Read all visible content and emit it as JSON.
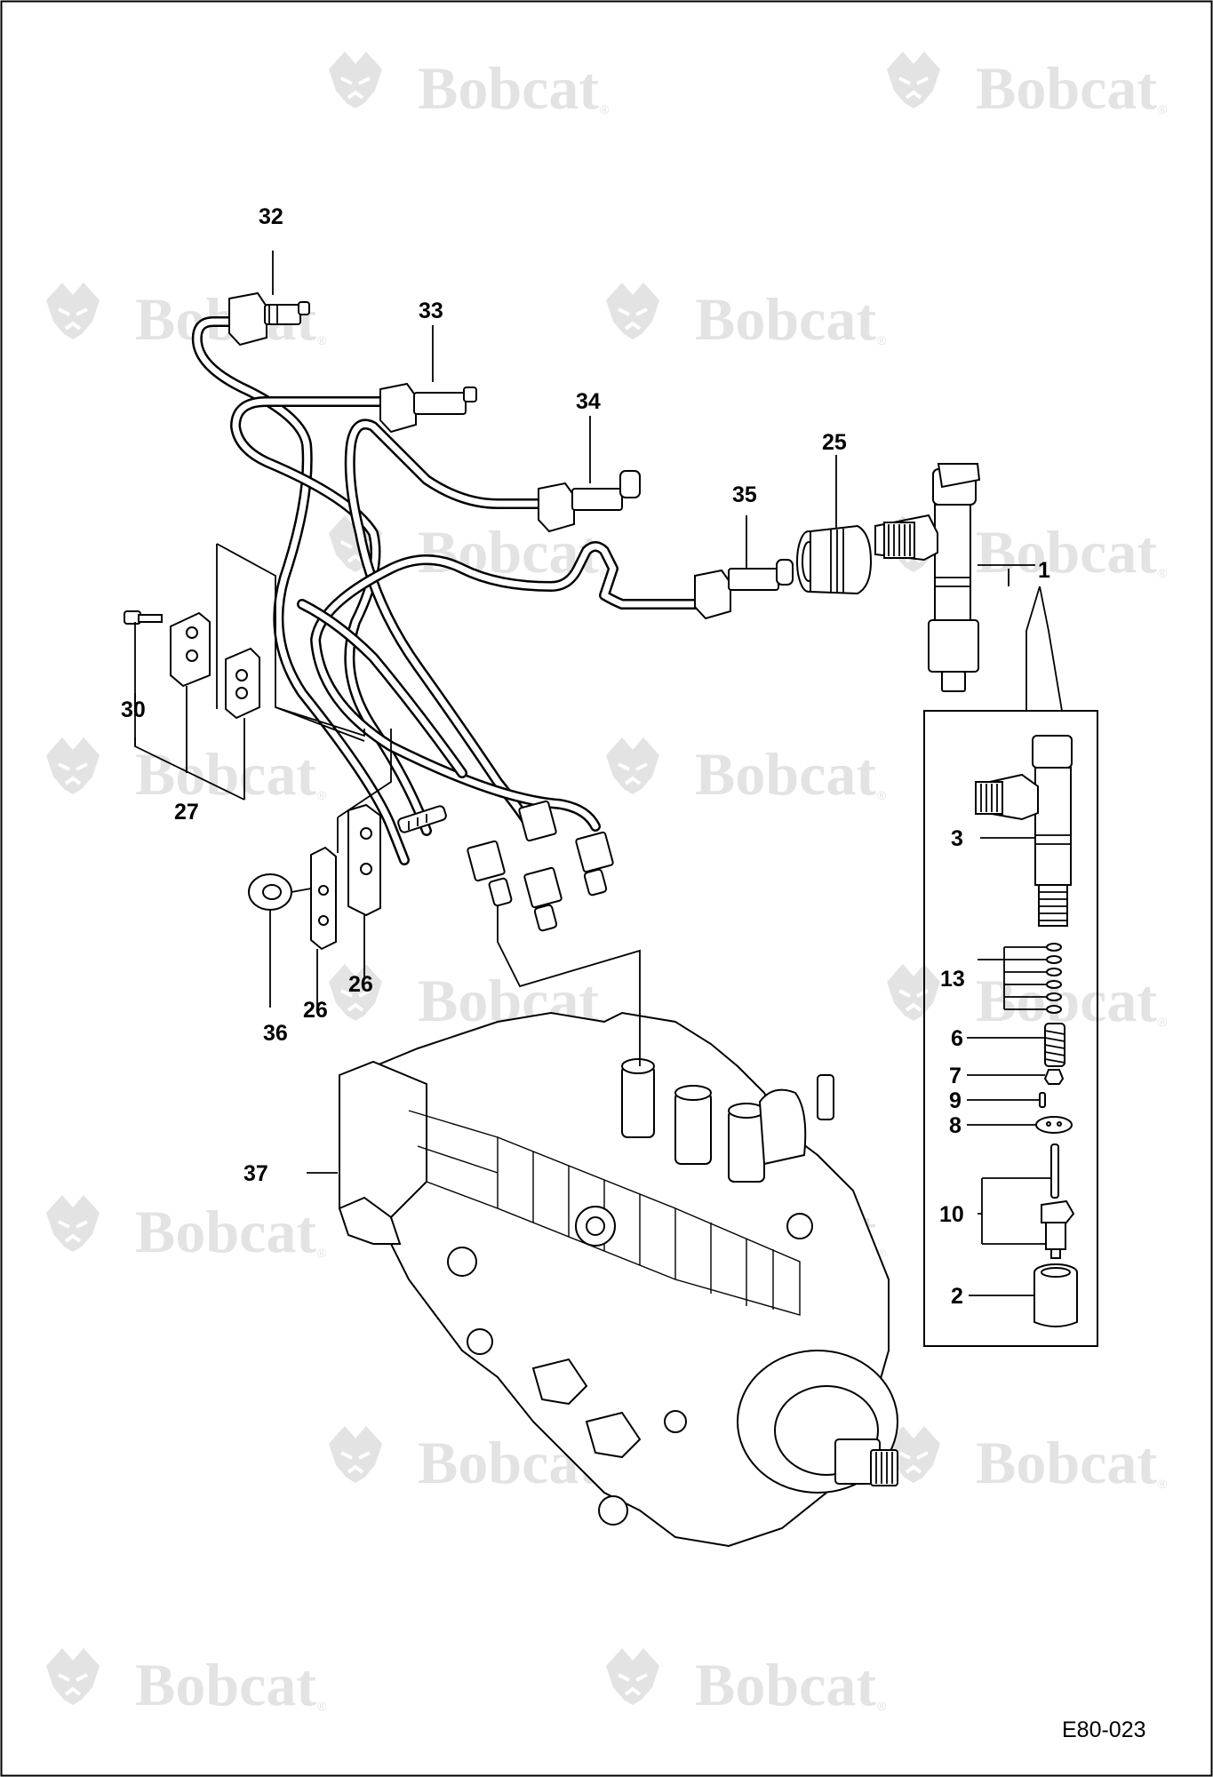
{
  "watermark": {
    "text": "Bobcat",
    "registered": "®"
  },
  "doc_code": "E80-023",
  "callouts": {
    "c1": "1",
    "c2": "2",
    "c3": "3",
    "c6": "6",
    "c7": "7",
    "c8": "8",
    "c9": "9",
    "c10": "10",
    "c13": "13",
    "c25": "25",
    "c26a": "26",
    "c26b": "26",
    "c27": "27",
    "c30": "30",
    "c32": "32",
    "c33": "33",
    "c34": "34",
    "c35": "35",
    "c36": "36",
    "c37": "37"
  }
}
